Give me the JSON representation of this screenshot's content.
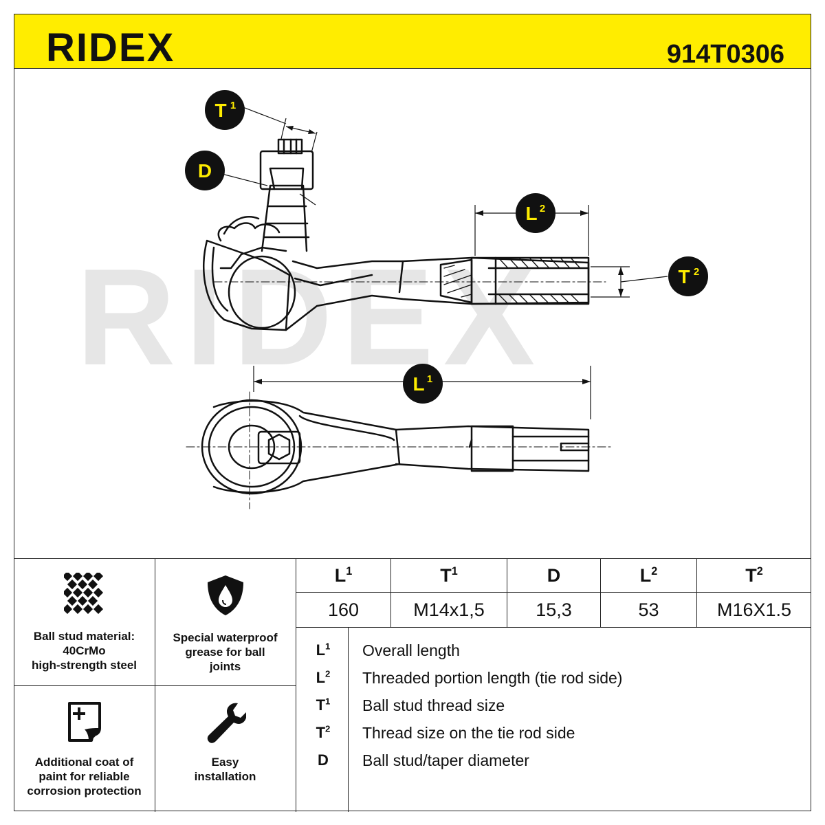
{
  "header": {
    "brand": "RIDEX",
    "part_number": "914T0306"
  },
  "drawing": {
    "watermark": "RIDEX",
    "labels": {
      "t1": "T",
      "t1_sup": "1",
      "d": "D",
      "l2": "L",
      "l2_sup": "2",
      "t2": "T",
      "t2_sup": "2",
      "l1": "L",
      "l1_sup": "1"
    }
  },
  "features": [
    {
      "icon": "steel-texture-icon",
      "text_lines": [
        "Ball stud material:",
        "40CrMo",
        "high-strength steel"
      ]
    },
    {
      "icon": "grease-shield-icon",
      "text_lines": [
        "Special waterproof",
        "grease for ball",
        "joints"
      ]
    },
    {
      "icon": "paint-coat-icon",
      "text_lines": [
        "Additional coat of",
        "paint for reliable",
        "corrosion protection"
      ]
    },
    {
      "icon": "wrench-icon",
      "text_lines": [
        "Easy",
        "installation"
      ]
    }
  ],
  "spec_table": {
    "headers": [
      {
        "base": "L",
        "sup": "1"
      },
      {
        "base": "T",
        "sup": "1"
      },
      {
        "base": "D",
        "sup": ""
      },
      {
        "base": "L",
        "sup": "2"
      },
      {
        "base": "T",
        "sup": "2"
      }
    ],
    "values": [
      "160",
      "M14x1,5",
      "15,3",
      "53",
      "M16X1.5"
    ]
  },
  "legend": [
    {
      "base": "L",
      "sup": "1",
      "text": "Overall length"
    },
    {
      "base": "L",
      "sup": "2",
      "text": "Threaded portion length (tie rod side)"
    },
    {
      "base": "T",
      "sup": "1",
      "text": "Ball stud thread size"
    },
    {
      "base": "T",
      "sup": "2",
      "text": "Thread size on the tie rod side"
    },
    {
      "base": "D",
      "sup": "",
      "text": "Ball stud/taper diameter"
    }
  ],
  "colors": {
    "accent": "#ffed00",
    "ink": "#111111",
    "watermark": "#e6e6e6"
  }
}
